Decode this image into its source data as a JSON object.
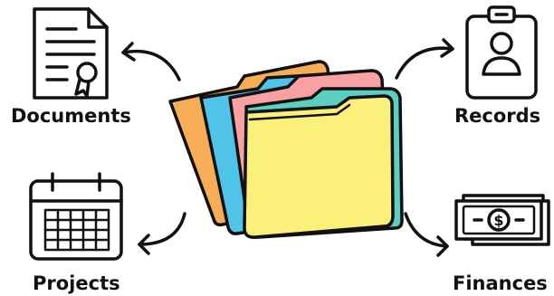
{
  "labels": {
    "documents": "Documents",
    "records": "Records",
    "projects": "Projects",
    "finances": "Finances"
  },
  "icons": {
    "documents": "certificate-document-icon",
    "records": "id-badge-icon",
    "projects": "calendar-icon",
    "finances": "dollar-bill-icon",
    "center": "folder-stack-icon"
  },
  "colors": {
    "outline": "#111111",
    "folder_orange": "#f6ad55",
    "folder_blue": "#4fc3e8",
    "folder_pink": "#f7a1a4",
    "folder_teal": "#5ccfc0",
    "folder_yellow": "#fbf07a"
  }
}
